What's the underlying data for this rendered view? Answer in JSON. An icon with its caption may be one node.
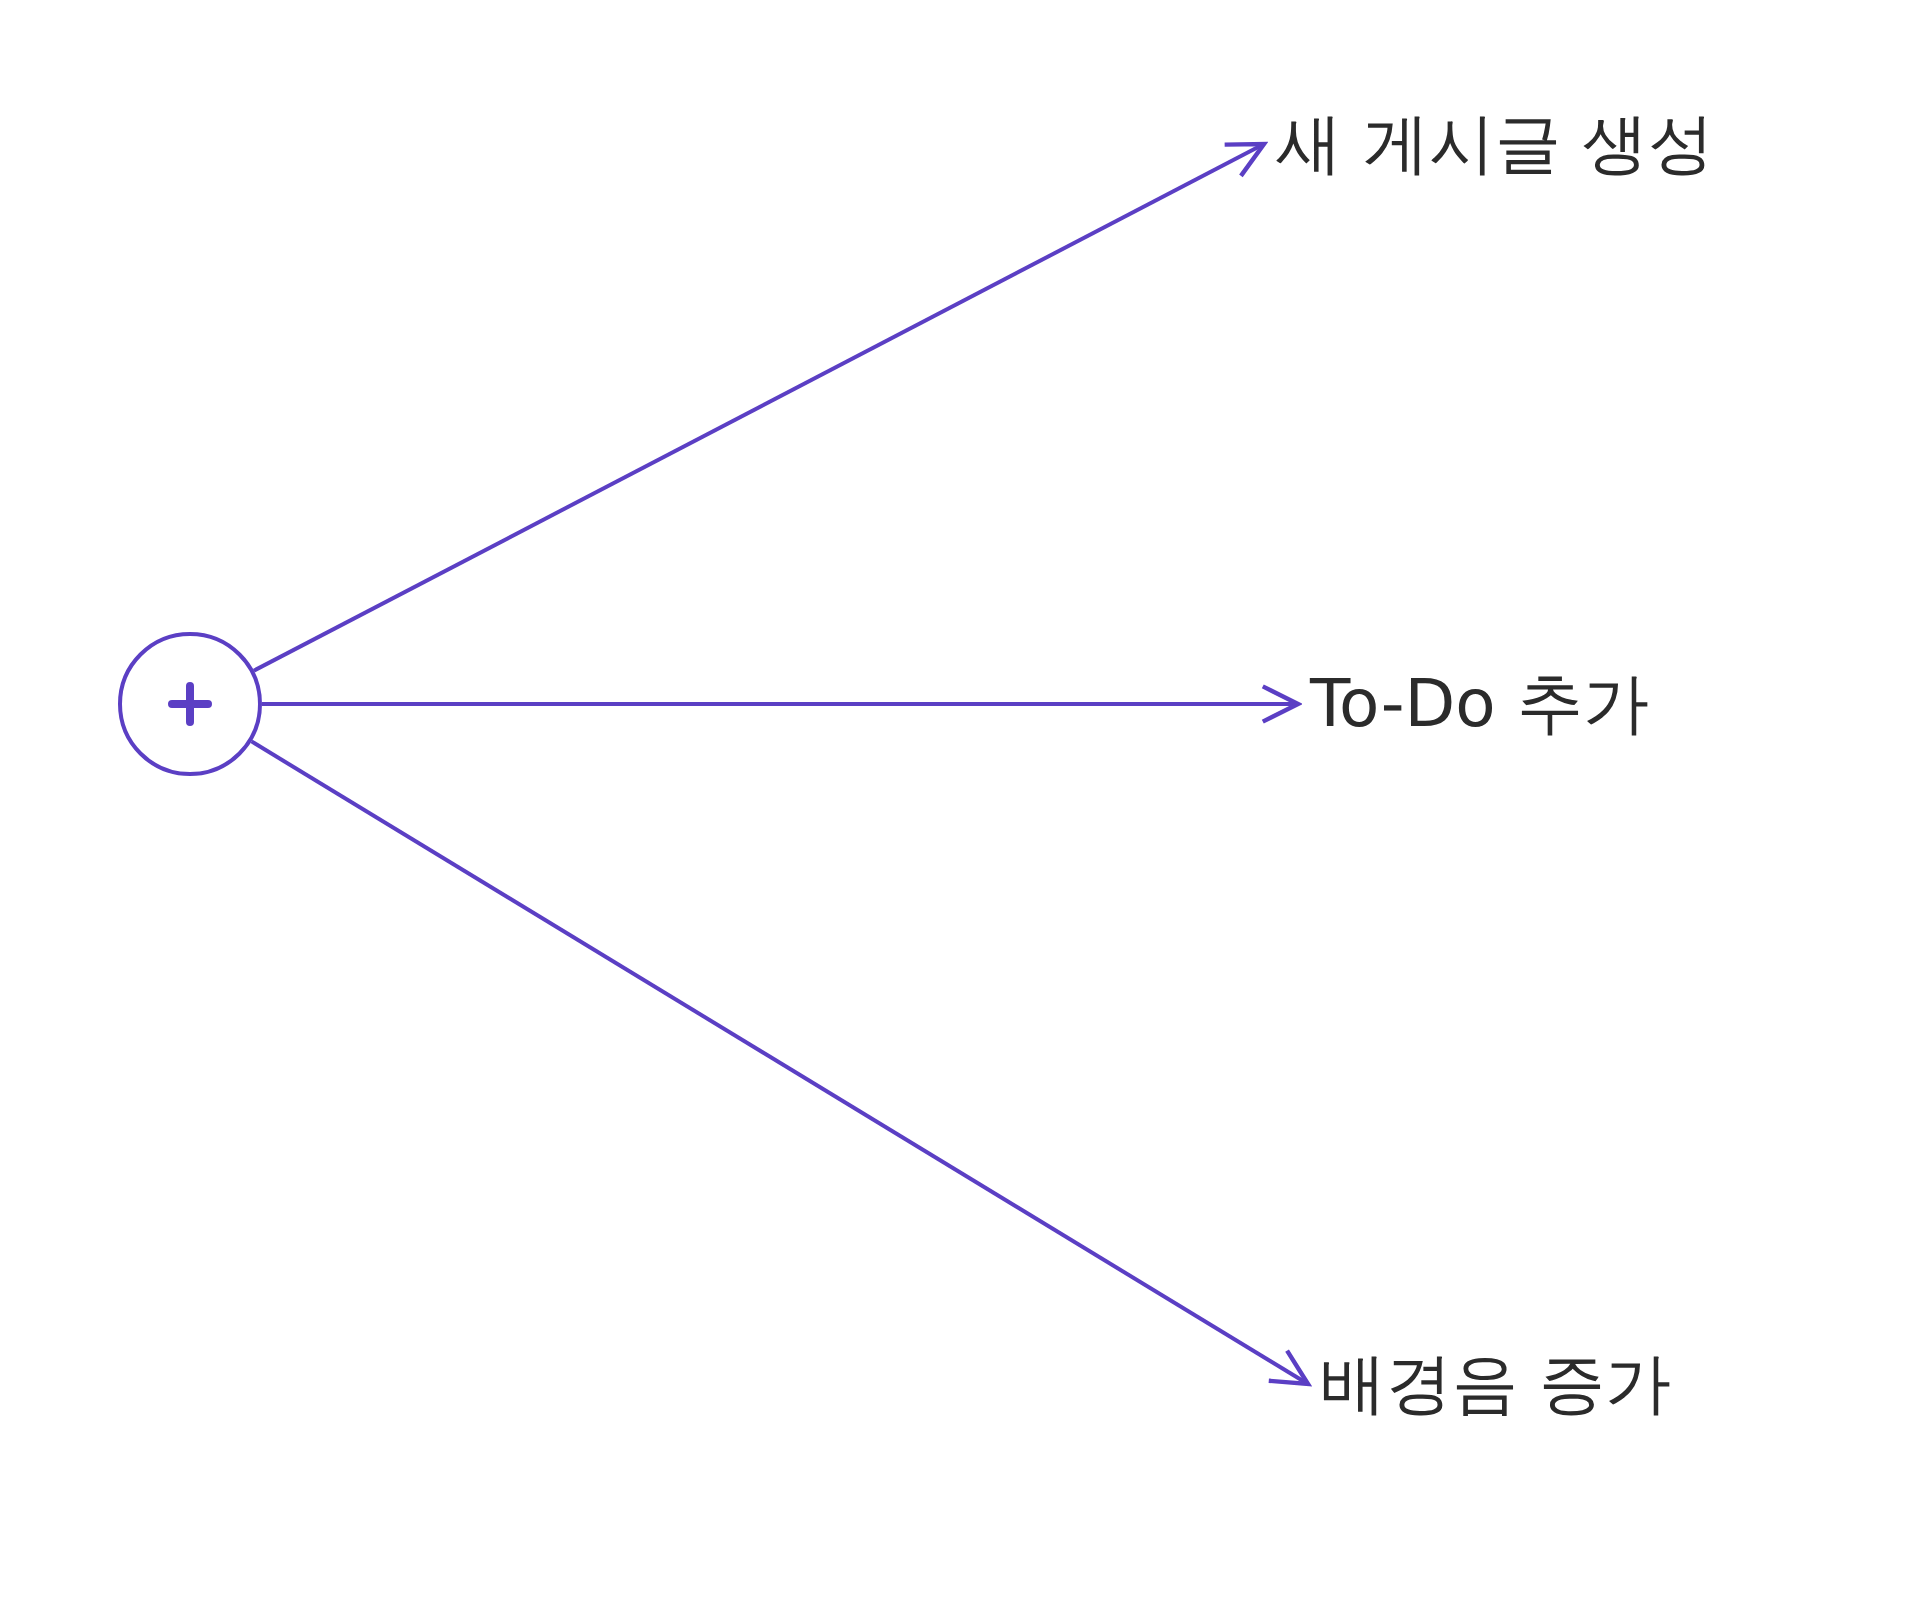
{
  "diagram": {
    "nodes": [
      {
        "text": [],
        "shape": "circle"
      },
      {
        "text": [
          "새 게시글 생성"
        ]
      },
      {
        "text": [
          "To-Do 추가"
        ]
      },
      {
        "text": [
          "배경음 증가"
        ]
      }
    ],
    "edges": [
      {
        "from": 0,
        "to": 1,
        "arrow": "to"
      },
      {
        "from": 0,
        "to": 2,
        "arrow": "to"
      },
      {
        "from": 0,
        "to": 3,
        "arrow": "to"
      }
    ]
  }
}
